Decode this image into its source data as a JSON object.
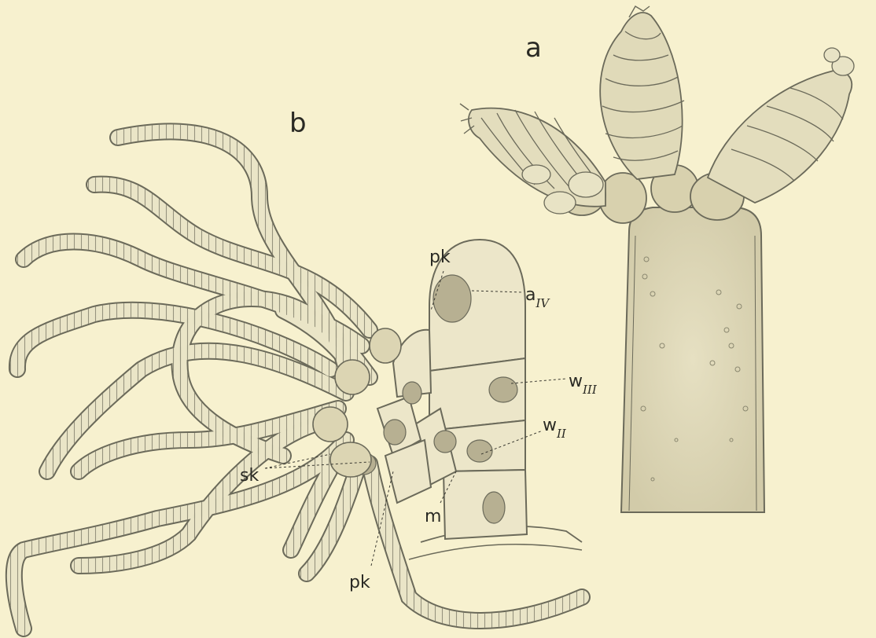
{
  "figure": {
    "background": "#f7f1cf",
    "ink": "#6b6a5a",
    "cell_fill": "#e9e4c6",
    "nucleus_fill": "#b7b092",
    "panels": [
      {
        "id": "a",
        "label": "a"
      },
      {
        "id": "b",
        "label": "b"
      }
    ],
    "labels": {
      "pk_top": "pk",
      "pk_bottom": "pk",
      "sk": "sk",
      "m": "m",
      "a_iv_main": "a",
      "a_iv_sub": "IV",
      "w_iii_main": "w",
      "w_iii_sub": "III",
      "w_ii_main": "w",
      "w_ii_sub": "II"
    }
  }
}
